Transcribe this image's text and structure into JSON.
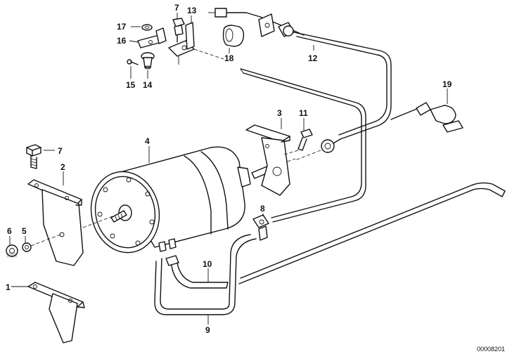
{
  "callouts": [
    {
      "id": "c1",
      "text": "1"
    },
    {
      "id": "c2",
      "text": "2"
    },
    {
      "id": "c3",
      "text": "3"
    },
    {
      "id": "c4",
      "text": "4"
    },
    {
      "id": "c5",
      "text": "5"
    },
    {
      "id": "c6",
      "text": "6"
    },
    {
      "id": "c7a",
      "text": "7"
    },
    {
      "id": "c7b",
      "text": "7"
    },
    {
      "id": "c8",
      "text": "8"
    },
    {
      "id": "c9",
      "text": "9"
    },
    {
      "id": "c10",
      "text": "10"
    },
    {
      "id": "c11",
      "text": "11"
    },
    {
      "id": "c12",
      "text": "12"
    },
    {
      "id": "c13",
      "text": "13"
    },
    {
      "id": "c14",
      "text": "14"
    },
    {
      "id": "c15",
      "text": "15"
    },
    {
      "id": "c16",
      "text": "16"
    },
    {
      "id": "c17",
      "text": "17"
    },
    {
      "id": "c18",
      "text": "18"
    },
    {
      "id": "c19",
      "text": "19"
    }
  ],
  "reference_number": "00008201"
}
